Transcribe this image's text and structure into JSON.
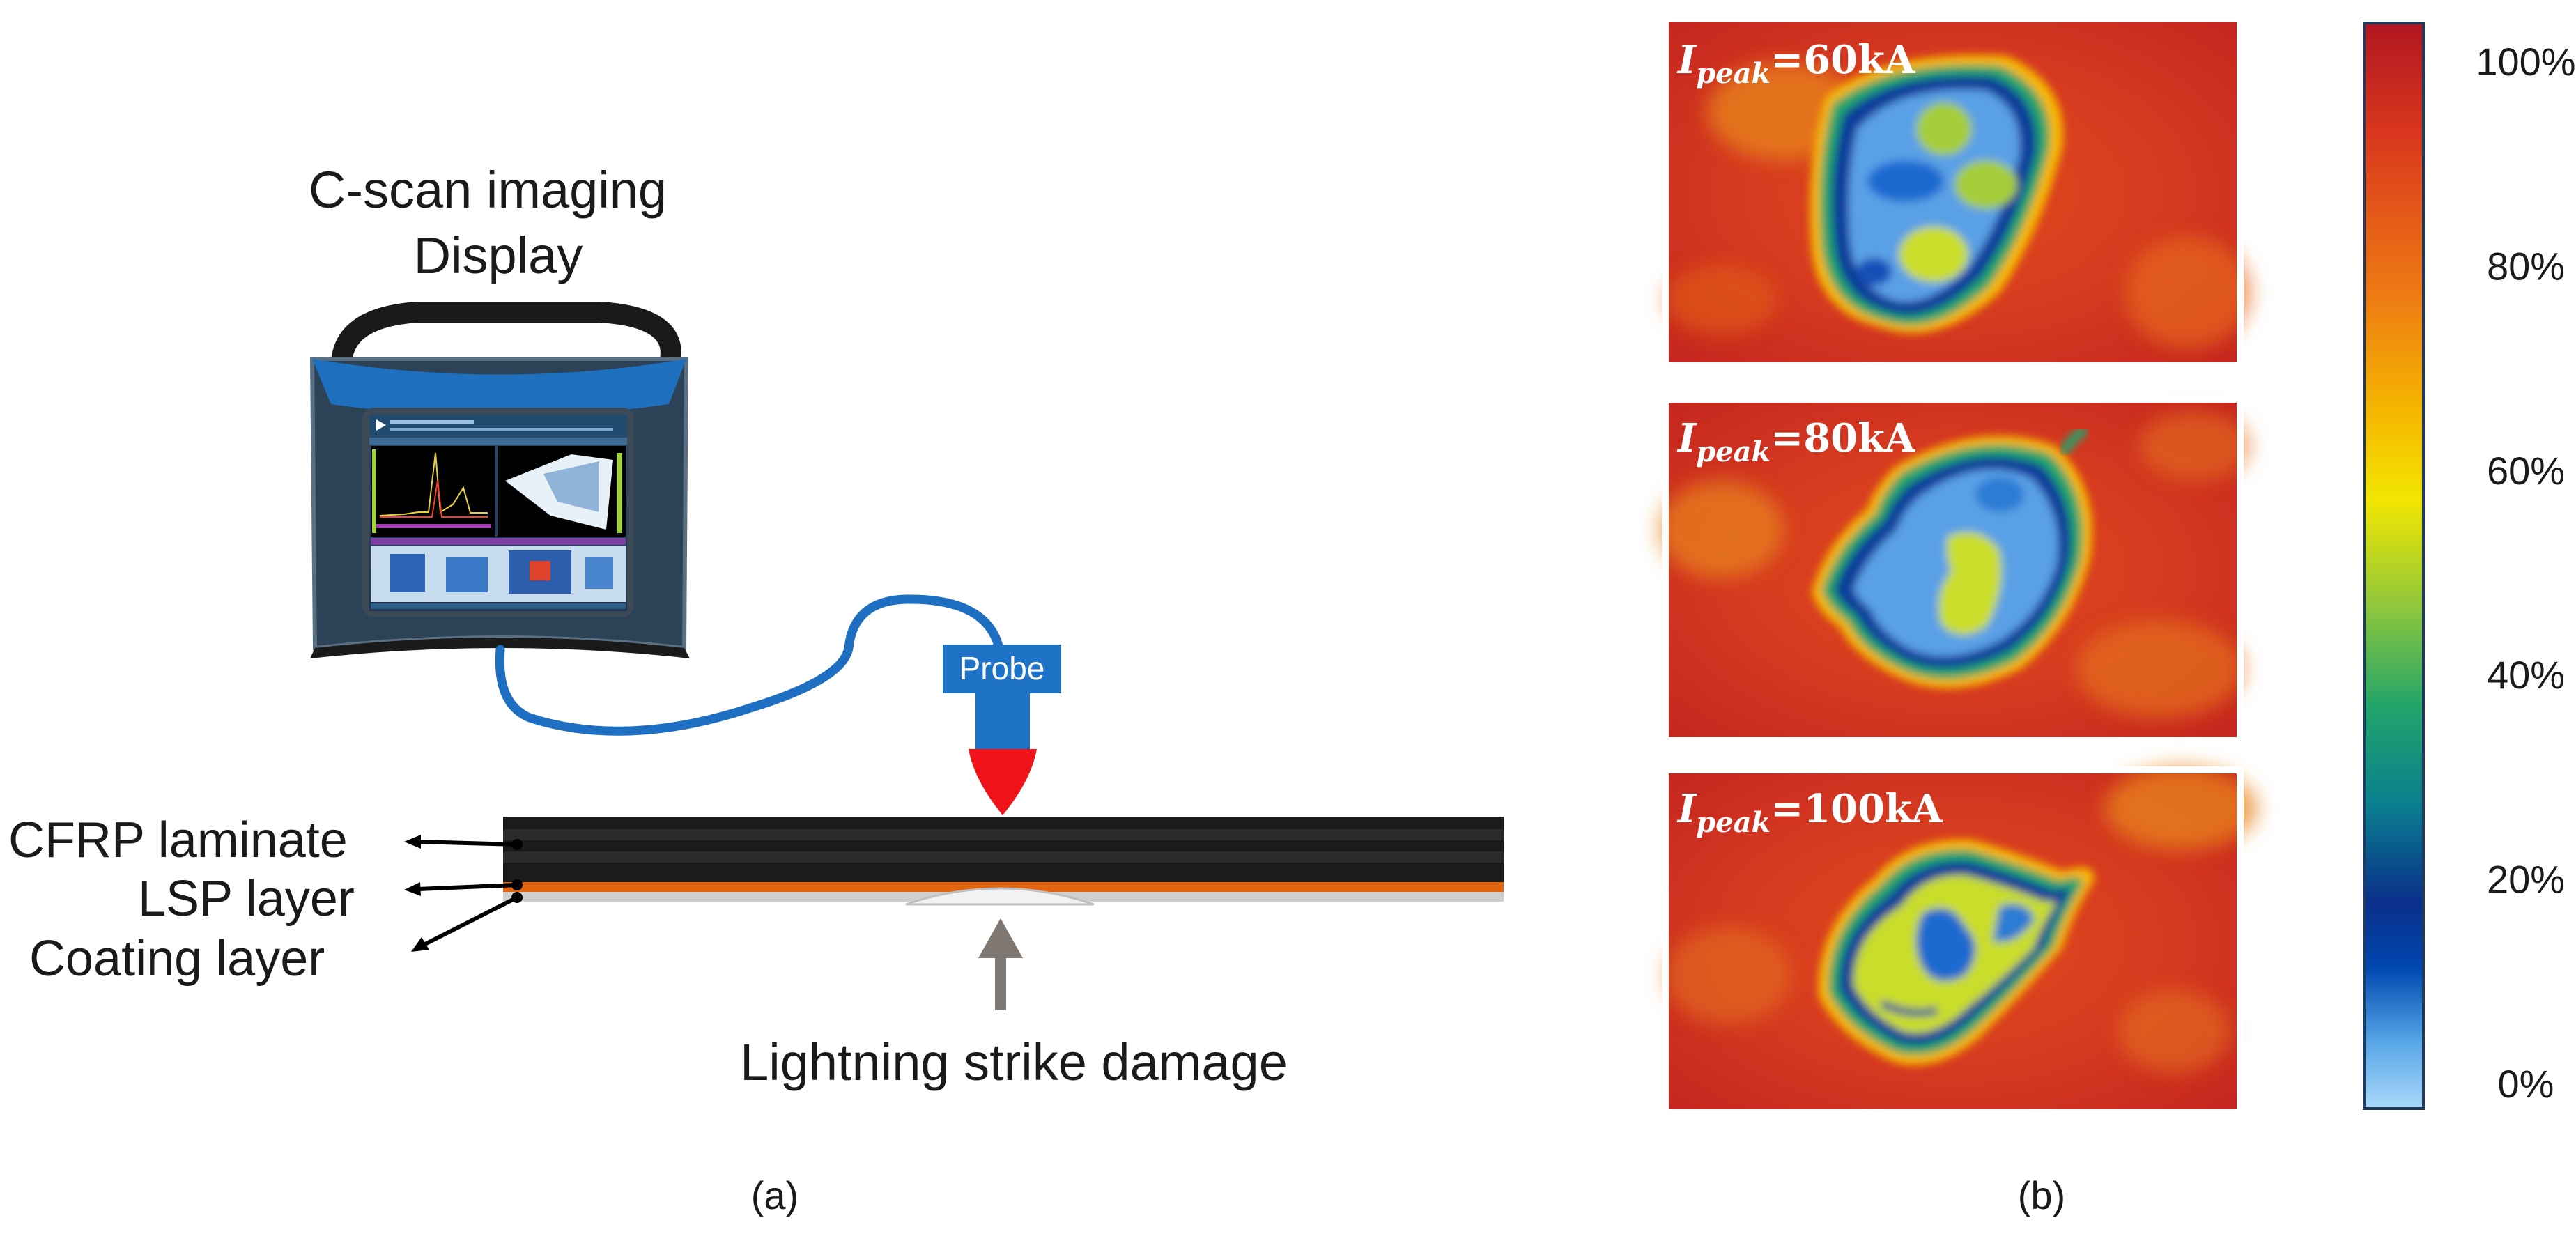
{
  "panel_a": {
    "device_title_line1": "C-scan imaging",
    "device_title_line2": "Display",
    "probe_label": "Probe",
    "layers": {
      "cfrp": "CFRP laminate",
      "lsp": "LSP layer",
      "coating": "Coating layer"
    },
    "damage_label": "Lightning strike damage",
    "caption": "(a)"
  },
  "panel_b": {
    "caption": "(b)",
    "scans": [
      {
        "symbol": "I",
        "subscript": "peak",
        "value": "=60kA"
      },
      {
        "symbol": "I",
        "subscript": "peak",
        "value": "=80kA"
      },
      {
        "symbol": "I",
        "subscript": "peak",
        "value": "=100kA"
      }
    ],
    "colorbar": {
      "ticks": [
        "100%",
        "80%",
        "60%",
        "40%",
        "20%",
        "0%"
      ],
      "stops": [
        "#b01621",
        "#d8361d",
        "#ee7a14",
        "#f5b800",
        "#f2e600",
        "#8cc63e",
        "#21a46a",
        "#0a7f8f",
        "#0a2f8a",
        "#0047b0",
        "#5aa7e8",
        "#a9d8f8"
      ]
    }
  },
  "colors": {
    "probe_blue": "#1f73c6",
    "probe_tip": "#f0141a",
    "laminate": "#1b1b1b",
    "lsp": "#e2640f",
    "coating": "#cfcfcf",
    "arrow_gray": "#7f7772",
    "cable": "#1e6fc2"
  }
}
